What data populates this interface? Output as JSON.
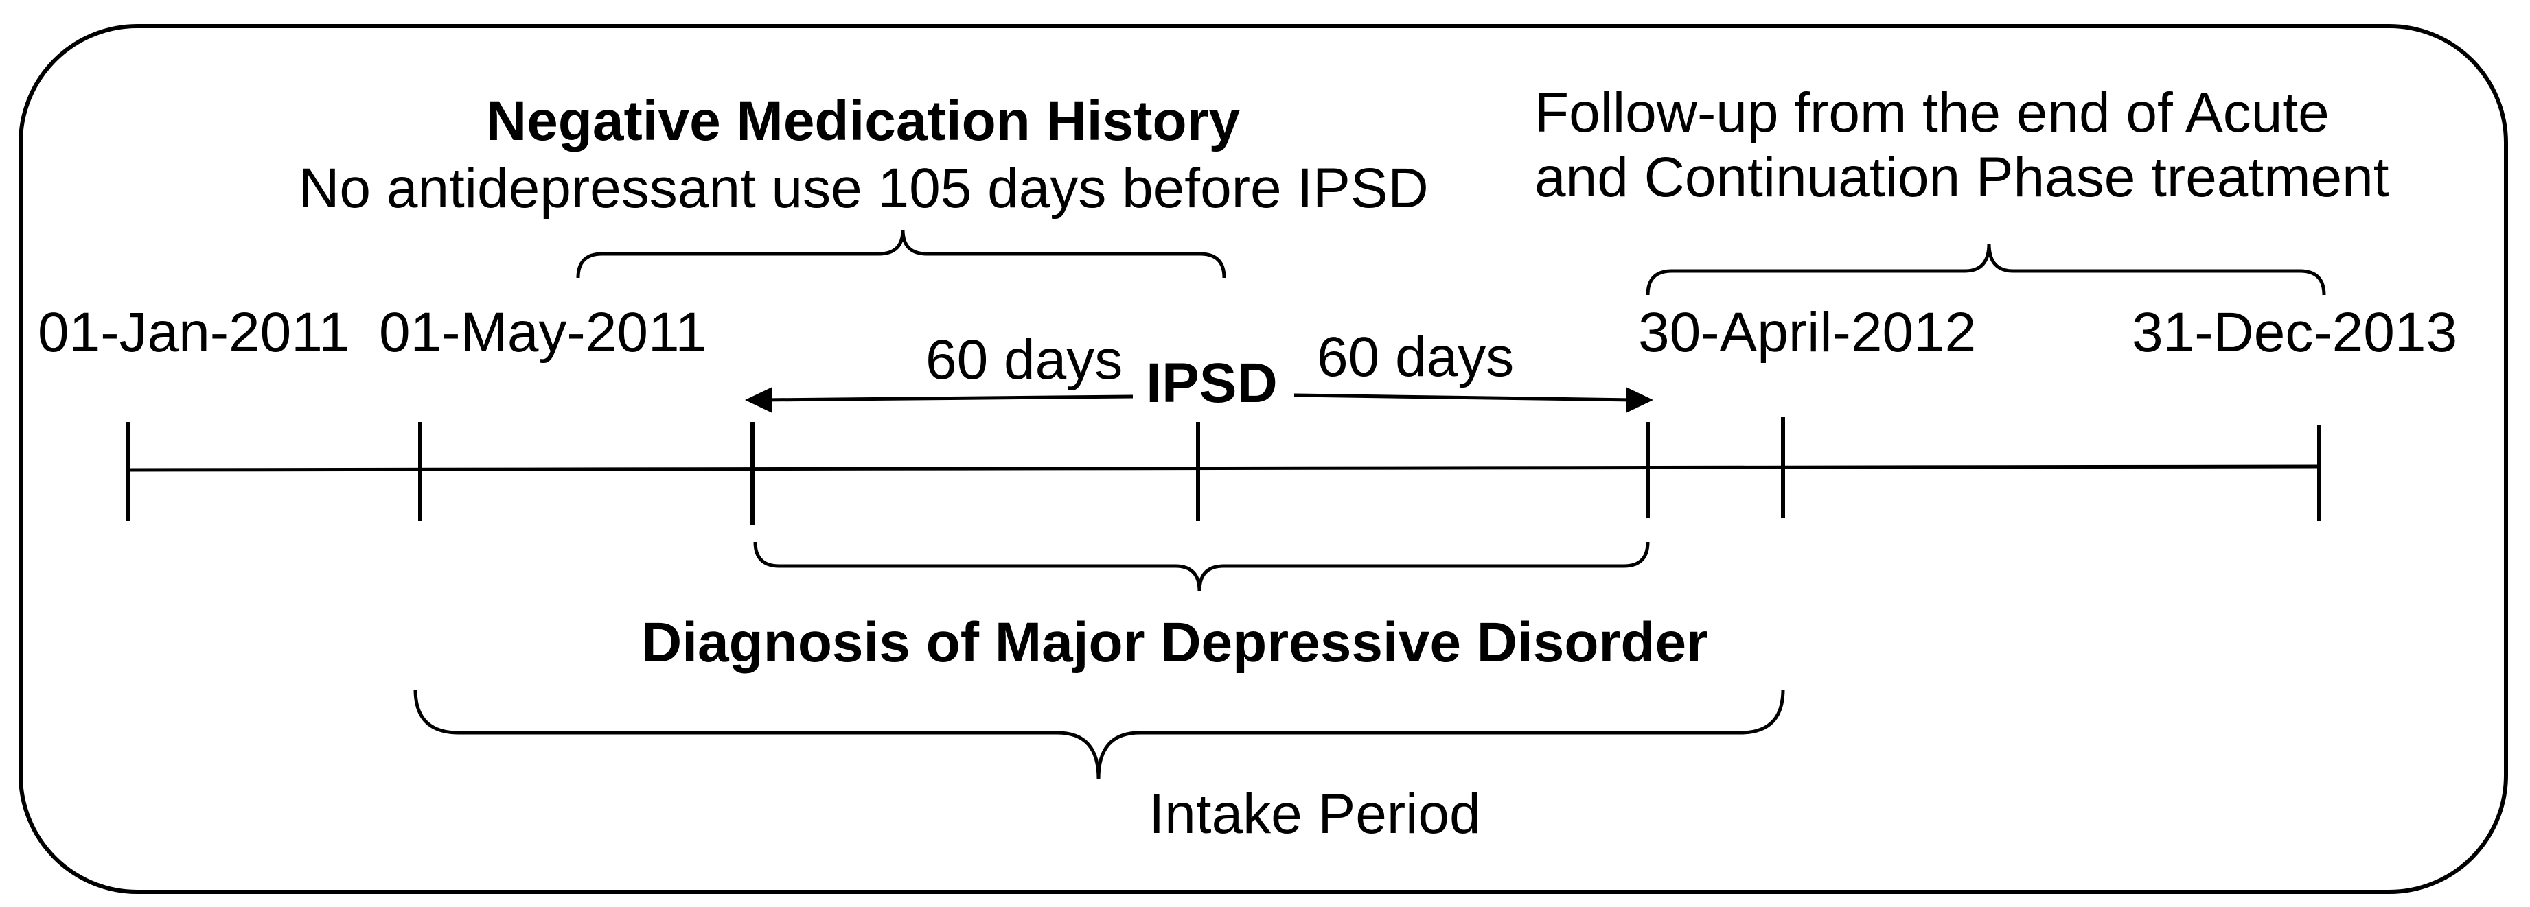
{
  "heading": {
    "negative_history_title": "Negative Medication History",
    "negative_history_subtitle": "No antidepressant use 105 days before IPSD",
    "followup_line1": "Follow-up from the end of Acute",
    "followup_line2": "and Continuation Phase treatment"
  },
  "dates": {
    "start": "01-Jan-2011",
    "intake_start": "01-May-2011",
    "intake_end": "30-April-2012",
    "end": "31-Dec-2013"
  },
  "window": {
    "before": "60 days",
    "index": "IPSD",
    "after": "60 days"
  },
  "brackets": {
    "diagnosis": "Diagnosis of Major Depressive Disorder",
    "intake": "Intake Period"
  },
  "colors": {
    "ink": "#000000",
    "background": "#ffffff"
  }
}
